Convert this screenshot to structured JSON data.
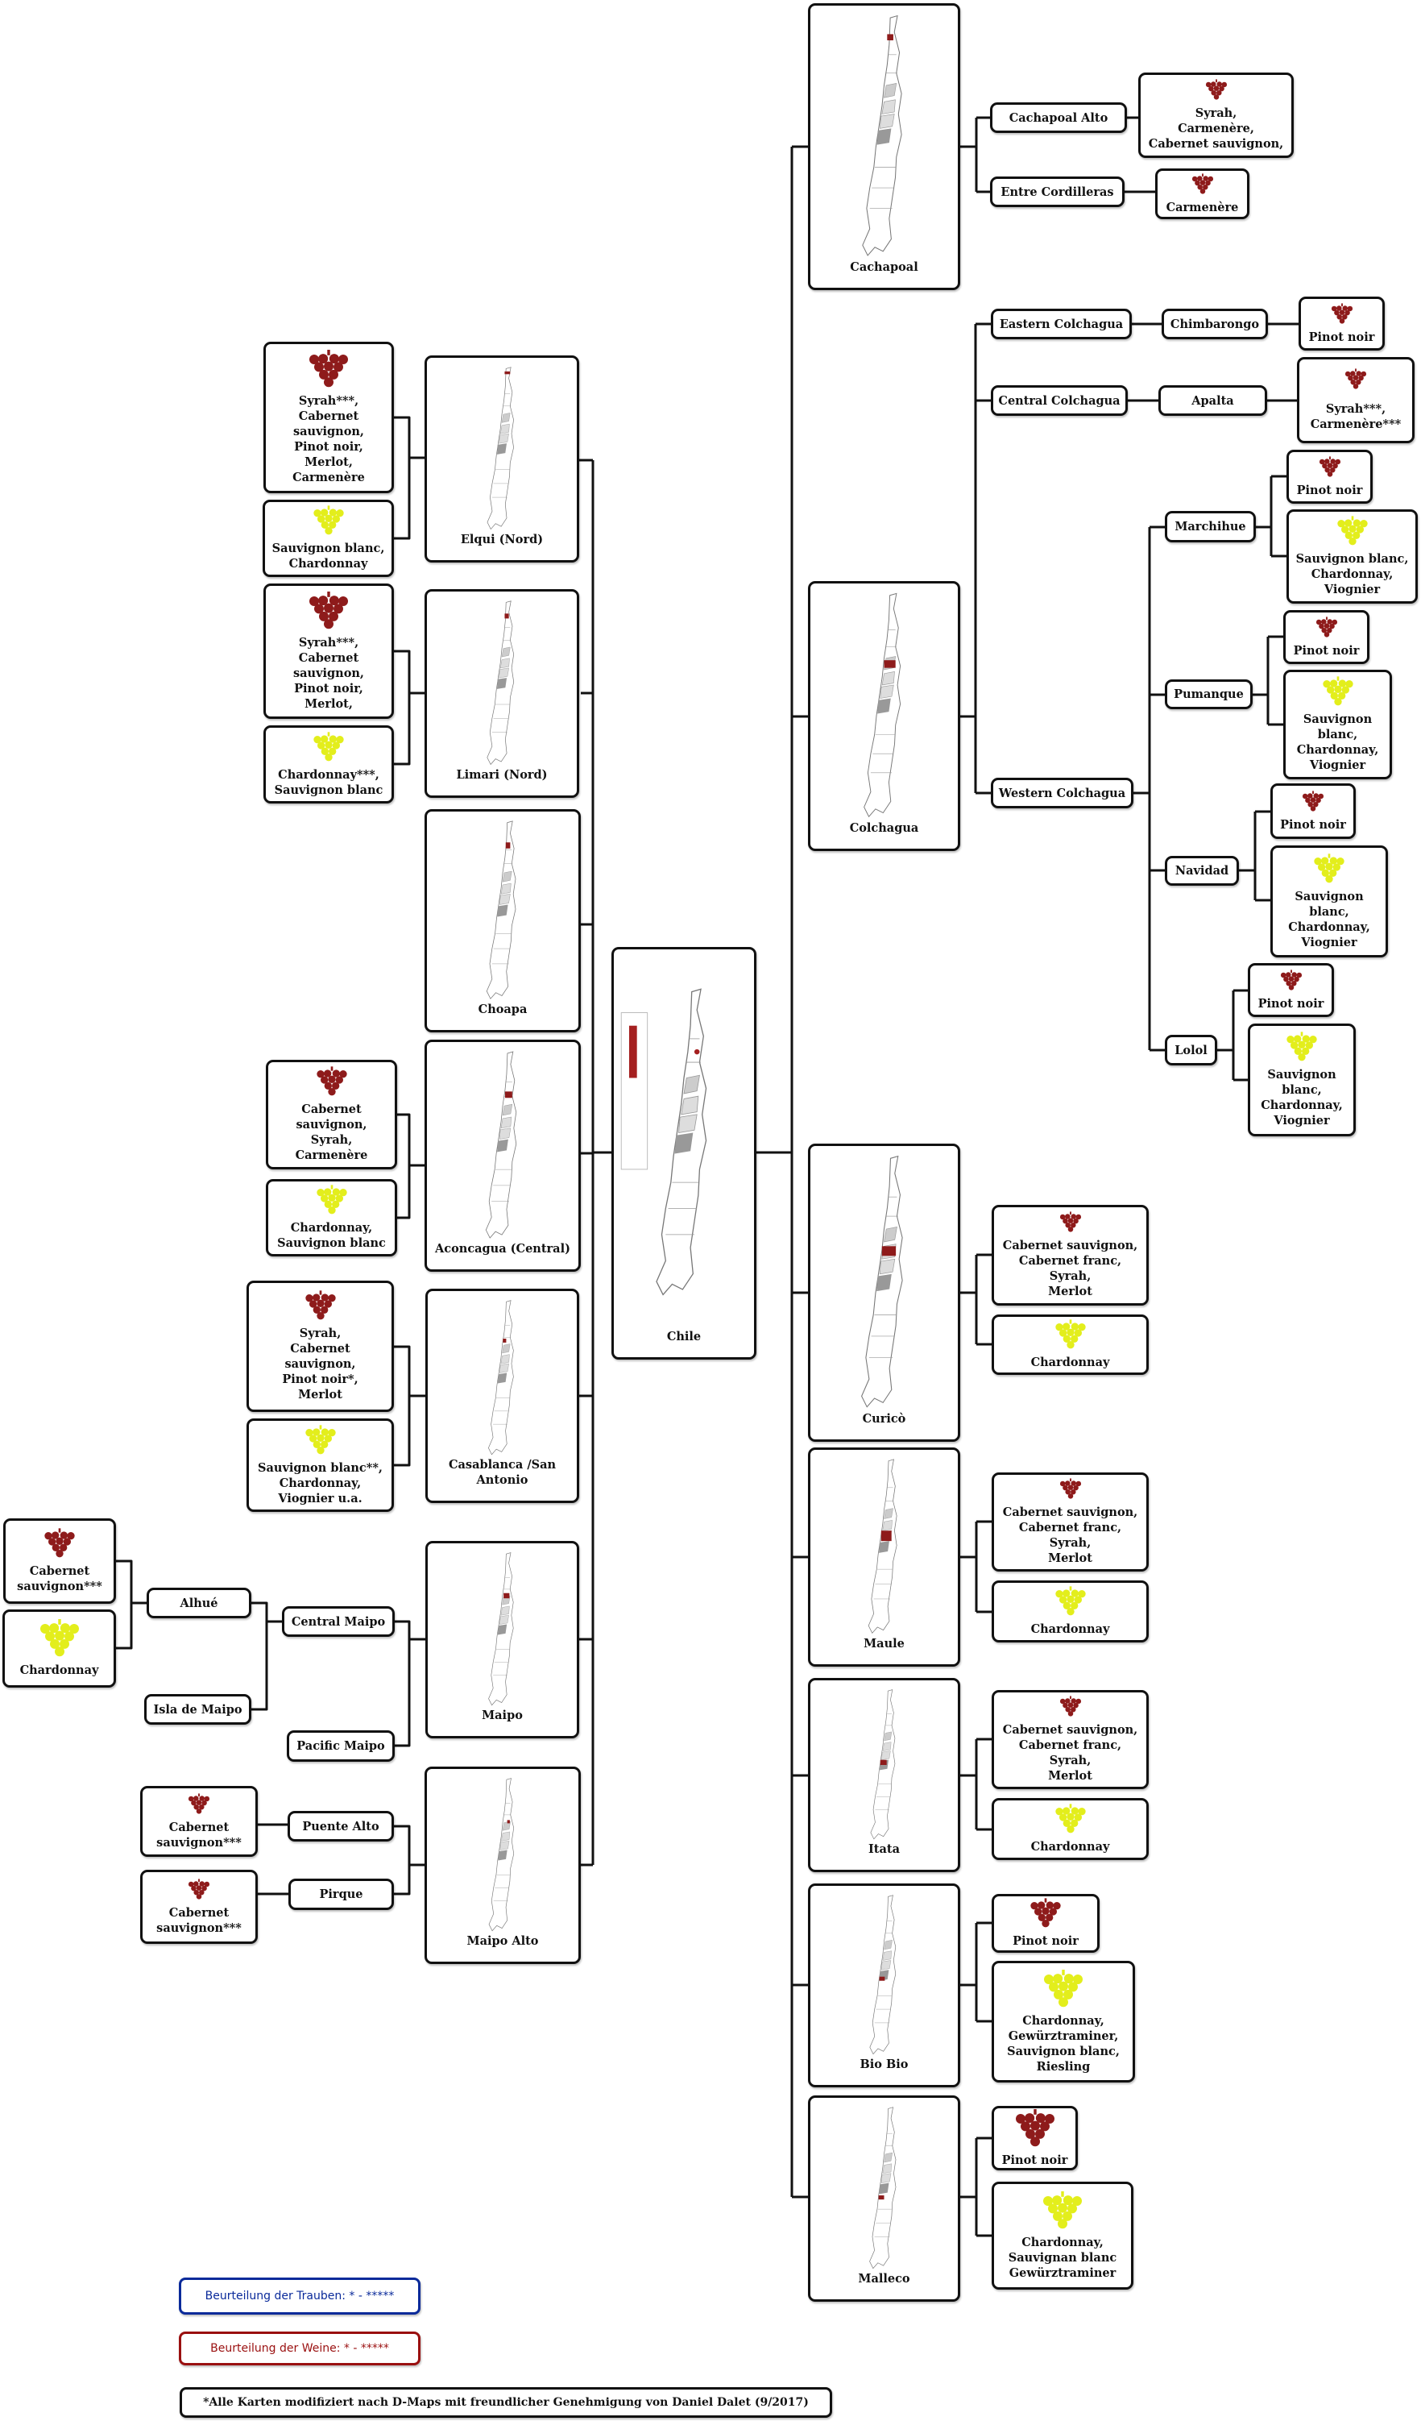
{
  "colors": {
    "red_grape": "#8e1b1b",
    "white_grape": "#e3ee1c",
    "legend_grapes": "#0a2a9a",
    "legend_wines": "#9a1010"
  },
  "maps": {
    "chile": "Chile",
    "elqui": "Elqui (Nord)",
    "limari": "Limari (Nord)",
    "choapa": "Choapa",
    "aconcagua": "Aconcagua (Central)",
    "casablanca": "Casablanca /San Antonio",
    "maipo": "Maipo",
    "maipo_alto": "Maipo Alto",
    "cachapoal": "Cachapoal",
    "colchagua": "Colchagua",
    "curico": "Curicò",
    "maule": "Maule",
    "itata": "Itata",
    "biobio": "Bio Bio",
    "malleco": "Malleco"
  },
  "subregions": {
    "alhue": "Alhué",
    "isla_de_maipo": "Isla de Maipo",
    "central_maipo": "Central Maipo",
    "pacific_maipo": "Pacific Maipo",
    "puente_alto": "Puente Alto",
    "pirque": "Pirque",
    "cachapoal_alto": "Cachapoal Alto",
    "entre_cordilleras": "Entre Cordilleras",
    "eastern_colchagua": "Eastern Colchagua",
    "chimbarongo": "Chimbarongo",
    "central_colchagua": "Central Colchagua",
    "apalta": "Apalta",
    "western_colchagua": "Western Colchagua",
    "marchihue": "Marchihue",
    "pumanque": "Pumanque",
    "navidad": "Navidad",
    "lolol": "Lolol"
  },
  "wines": {
    "elqui_red": "Syrah***,\nCabernet\nsauvignon,\nPinot noir,\nMerlot,\nCarmenère",
    "elqui_white": "Sauvignon blanc,\nChardonnay",
    "limari_red": "Syrah***,\nCabernet\nsauvignon,\nPinot noir,\nMerlot,",
    "limari_white": "Chardonnay***,\nSauvignon blanc",
    "aconcagua_red": "Cabernet\nsauvignon,\nSyrah,\nCarmenère",
    "aconcagua_white": "Chardonnay,\nSauvignon blanc",
    "casablanca_red": "Syrah,\nCabernet\nsauvignon,\nPinot noir*,\nMerlot",
    "casablanca_white": "Sauvignon blanc**,\nChardonnay,\nViognier u.a.",
    "alhue_red": "Cabernet\nsauvignon***",
    "alhue_white": "Chardonnay",
    "puente_alto_red": "Cabernet\nsauvignon***",
    "pirque_red": "Cabernet\nsauvignon***",
    "cachapoal_alto_red": "Syrah,\nCarmenère,\nCabernet sauvignon,",
    "entre_cordilleras_red": "Carmenère",
    "chimbarongo_red": "Pinot noir",
    "apalta_red": "Syrah***,\nCarmenère***",
    "marchihue_red": "Pinot noir",
    "marchihue_white": "Sauvignon blanc,\nChardonnay,\nViognier",
    "pumanque_red": "Pinot noir",
    "pumanque_white": "Sauvignon\nblanc,\nChardonnay,\nViognier",
    "navidad_red": "Pinot noir",
    "navidad_white": "Sauvignon\nblanc,\nChardonnay,\nViognier",
    "lolol_red": "Pinot noir",
    "lolol_white": "Sauvignon\nblanc,\nChardonnay,\nViognier",
    "curico_red": "Cabernet sauvignon,\nCabernet franc,\nSyrah,\nMerlot",
    "curico_white": "Chardonnay",
    "maule_red": "Cabernet sauvignon,\nCabernet franc,\nSyrah,\nMerlot",
    "maule_white": "Chardonnay",
    "itata_red": "Cabernet sauvignon,\nCabernet franc,\nSyrah,\nMerlot",
    "itata_white": "Chardonnay",
    "biobio_red": "Pinot noir",
    "biobio_white": "Chardonnay,\nGewürztraminer,\nSauvignon blanc,\nRiesling",
    "malleco_red": "Pinot noir",
    "malleco_white": "Chardonnay,\nSauvignan blanc\nGewürztraminer"
  },
  "legend": {
    "grapes": "Beurteilung der Trauben: * - *****",
    "wines": "Beurteilung der Weine: * - *****",
    "footnote": "*Alle Karten modifiziert nach D-Maps mit freundlicher Genehmigung von Daniel Dalet (9/2017)"
  }
}
